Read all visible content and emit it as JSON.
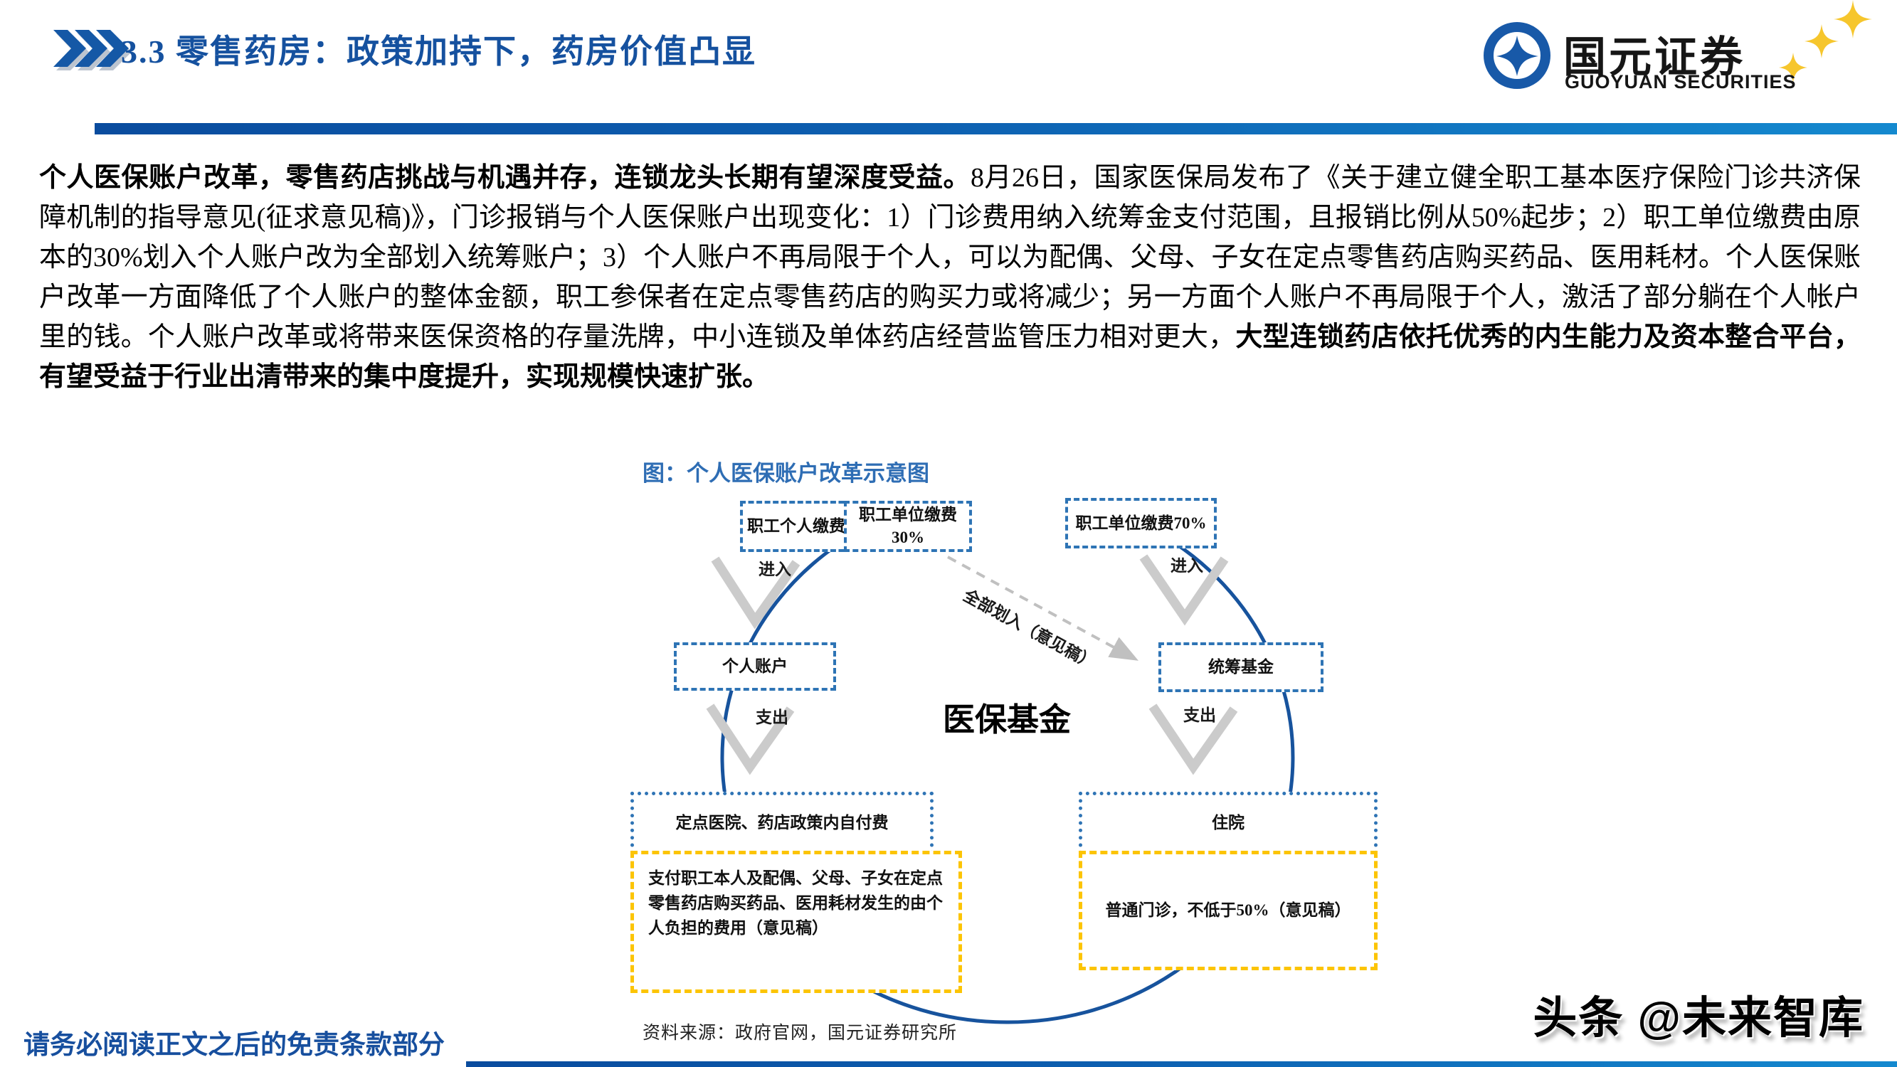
{
  "header": {
    "title": "3.3 零售药房：政策加持下，药房价值凸显",
    "logo": {
      "name_cn": "国元证券",
      "name_en": "GUOYUAN SECURITIES"
    }
  },
  "body": {
    "bold_lead": "个人医保账户改革，零售药店挑战与机遇并存，连锁龙头长期有望深度受益。",
    "normal_text": "8月26日，国家医保局发布了《关于建立健全职工基本医疗保险门诊共济保障机制的指导意见(征求意见稿)》，门诊报销与个人医保账户出现变化：1）门诊费用纳入统筹金支付范围，且报销比例从50%起步；2）职工单位缴费由原本的30%划入个人账户改为全部划入统筹账户；3）个人账户不再局限于个人，可以为配偶、父母、子女在定点零售药店购买药品、医用耗材。个人医保账户改革一方面降低了个人账户的整体金额，职工参保者在定点零售药店的购买力或将减少；另一方面个人账户不再局限于个人，激活了部分躺在个人帐户里的钱。个人账户改革或将带来医保资格的存量洗牌，中小连锁及单体药店经营监管压力相对更大，",
    "bold_tail": "大型连锁药店依托优秀的内生能力及资本整合平台，有望受益于行业出清带来的集中度提升，实现规模快速扩张。"
  },
  "figure": {
    "title": "图：个人医保账户改革示意图",
    "center_label": "医保基金",
    "boxes": {
      "personal_contrib": "职工个人缴费",
      "employer_contrib_30": "职工单位缴费30%",
      "employer_contrib_70": "职工单位缴费70%",
      "personal_account": "个人账户",
      "pooled_fund": "统筹基金",
      "designated": "定点医院、药店政策内自付费",
      "designated_detail": "支付职工本人及配偶、父母、子女在定点零售药店购买药品、医用耗材发生的由个人负担的费用（意见稿）",
      "hospitalization": "住院",
      "hospitalization_detail": "普通门诊，不低于50%（意见稿）"
    },
    "labels": {
      "enter_left": "进入",
      "enter_right": "进入",
      "out_left": "支出",
      "out_right": "支出",
      "transfer": "全部划入（意见稿）"
    },
    "source": "资料来源：政府官网，国元证券研究所"
  },
  "footer": {
    "disclaimer": "请务必阅读正文之后的免责条款部分",
    "watermark": "头条 @未来智库"
  },
  "colors": {
    "title_blue": "#15519f",
    "bar_gradient_start": "#0a4c9e",
    "bar_gradient_end": "#1489cf",
    "figure_title_blue": "#2e6db4",
    "dashed_box_blue": "#2e74b5",
    "dashed_box_yellow": "#fcc404",
    "circle_blue": "#17539d",
    "arrow_gray": "#c0c0c0",
    "logo_blue": "#1859a8",
    "logo_star_yellow": "#f6c62d"
  }
}
